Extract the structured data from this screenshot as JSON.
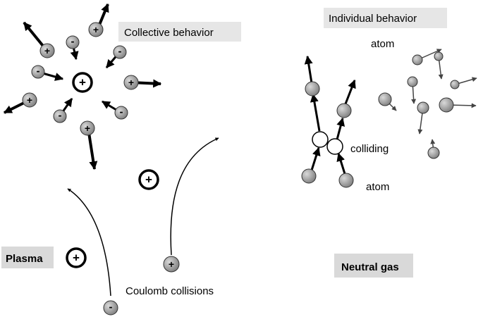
{
  "labels": {
    "collective_behavior": "Collective behavior",
    "individual_behavior": "Individual behavior",
    "plasma": "Plasma",
    "neutral_gas": "Neutral gas",
    "coulomb_collisions": "Coulomb collisions",
    "colliding": "colliding",
    "atom_top": "atom",
    "atom_bottom": "atom"
  },
  "symbols": {
    "positive": "+",
    "negative": "-"
  },
  "colors": {
    "label_background": "#e6e6e6",
    "particle_fill": "#a6a6a6",
    "stroke": "#000000"
  }
}
